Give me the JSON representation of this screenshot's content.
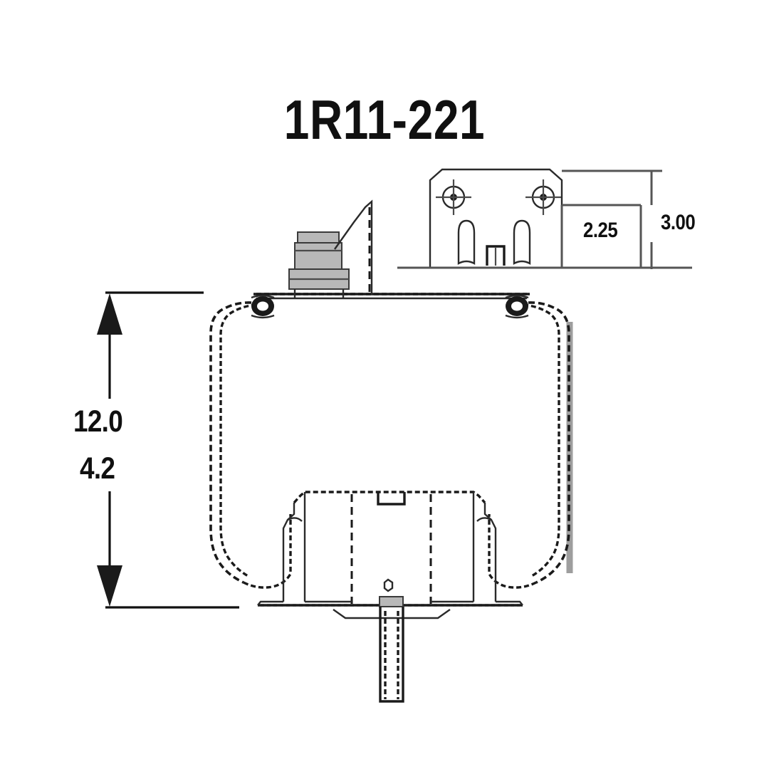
{
  "drawing": {
    "title": "1R11-221",
    "title_name": "part-number",
    "background_color": "#ffffff",
    "line_color": "#1a1a1a",
    "shadow_color": "#9a9a9a",
    "text_color": "#101010",
    "view_main": "air spring side elevation",
    "view_detail": "mounting bracket end view"
  },
  "dimensions": {
    "overall_height": "12.0",
    "compressed_height": "4.2",
    "bracket_width": "2.25",
    "bracket_height": "3.00"
  },
  "components": {
    "air_fitting": "air-inlet-fitting",
    "top_plate": "top-bead-plate",
    "bellows": "rubber-bellows",
    "piston": "piston",
    "mounting_stud": "mounting-stud",
    "bracket_plate": "bracket-plate",
    "bolt_hole_left": "bolt-hole",
    "bolt_hole_right": "bolt-hole",
    "slot_left": "bracket-slot",
    "slot_right": "bracket-slot",
    "center_tab": "bracket-center-tab",
    "piston_vent_hole": "piston-vent-hole"
  }
}
